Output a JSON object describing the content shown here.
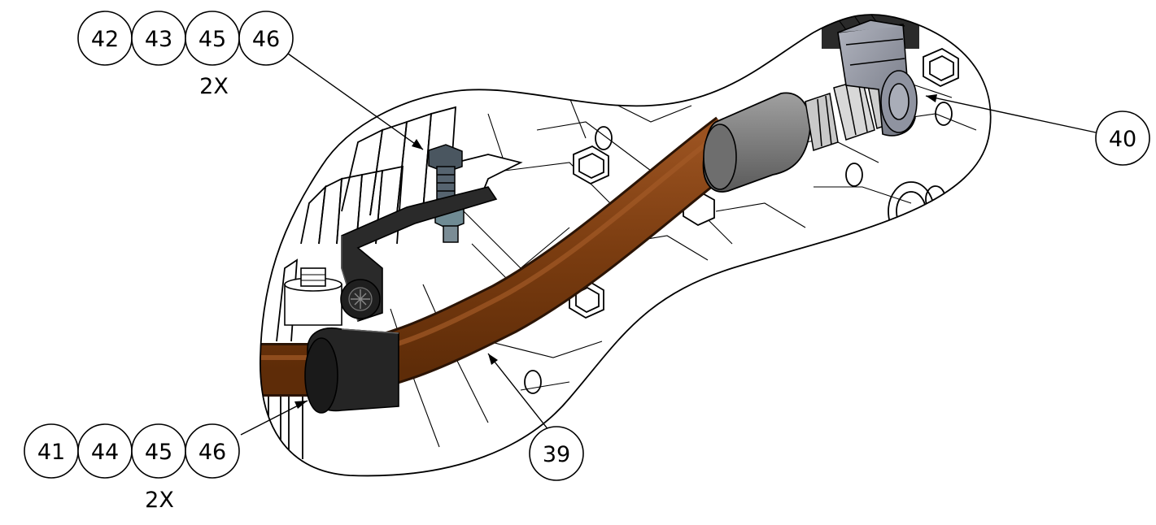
{
  "callouts": {
    "group_top": {
      "items": [
        "42",
        "43",
        "45",
        "46"
      ],
      "quantity": "2X"
    },
    "group_bottom": {
      "items": [
        "41",
        "44",
        "45",
        "46"
      ],
      "quantity": "2X"
    },
    "hose": {
      "item": "39"
    },
    "elbow_fitting": {
      "item": "40"
    }
  },
  "colors": {
    "hose": "#7a3c10",
    "hose_highlight": "#9a5220",
    "sleeve": "#7d7d7d",
    "clamp": "#1f1f1f",
    "elbow": "#8f93a0"
  }
}
